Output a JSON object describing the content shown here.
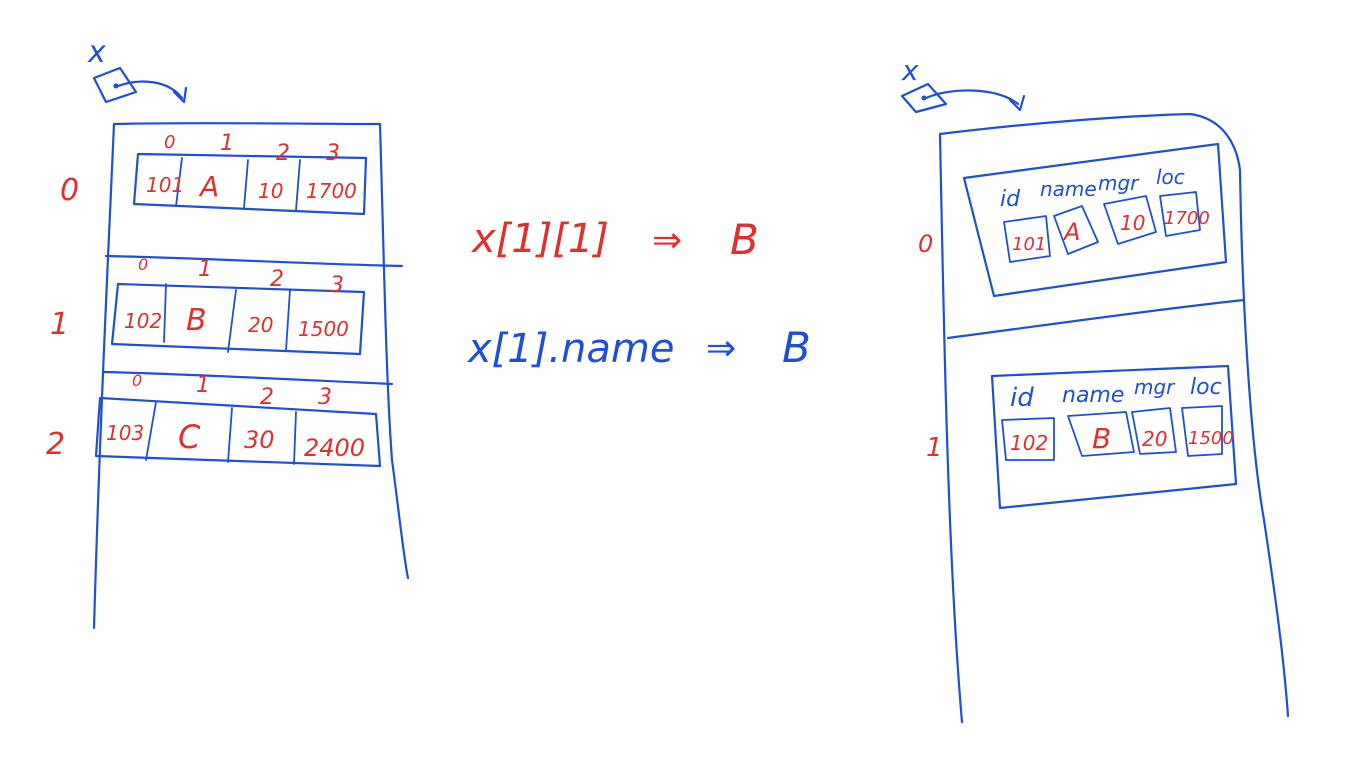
{
  "colors": {
    "blue_ink": "#1f4fd6",
    "red_ink": "#e0302e",
    "background": "#ffffff"
  },
  "left": {
    "var_label": "x",
    "rows": [
      {
        "index": "0",
        "col_indices": [
          "0",
          "1",
          "2",
          "3"
        ],
        "cells": [
          "101",
          "A",
          "10",
          "1700"
        ]
      },
      {
        "index": "1",
        "col_indices": [
          "0",
          "1",
          "2",
          "3"
        ],
        "cells": [
          "102",
          "B",
          "20",
          "1500"
        ]
      },
      {
        "index": "2",
        "col_indices": [
          "0",
          "1",
          "2",
          "3"
        ],
        "cells": [
          "103",
          "C",
          "30",
          "2400"
        ]
      }
    ]
  },
  "middle": {
    "expr1": {
      "code": "x[1][1]",
      "arrow": "⇒",
      "result": "B"
    },
    "expr2": {
      "code": "x[1].name",
      "arrow": "⇒",
      "result": "B"
    }
  },
  "right": {
    "var_label": "x",
    "rows": [
      {
        "index": "0",
        "keys": [
          "id",
          "name",
          "mgr",
          "loc"
        ],
        "values": [
          "101",
          "A",
          "10",
          "1700"
        ]
      },
      {
        "index": "1",
        "keys": [
          "id",
          "name",
          "mgr",
          "loc"
        ],
        "values": [
          "102",
          "B",
          "20",
          "1500"
        ]
      }
    ]
  }
}
